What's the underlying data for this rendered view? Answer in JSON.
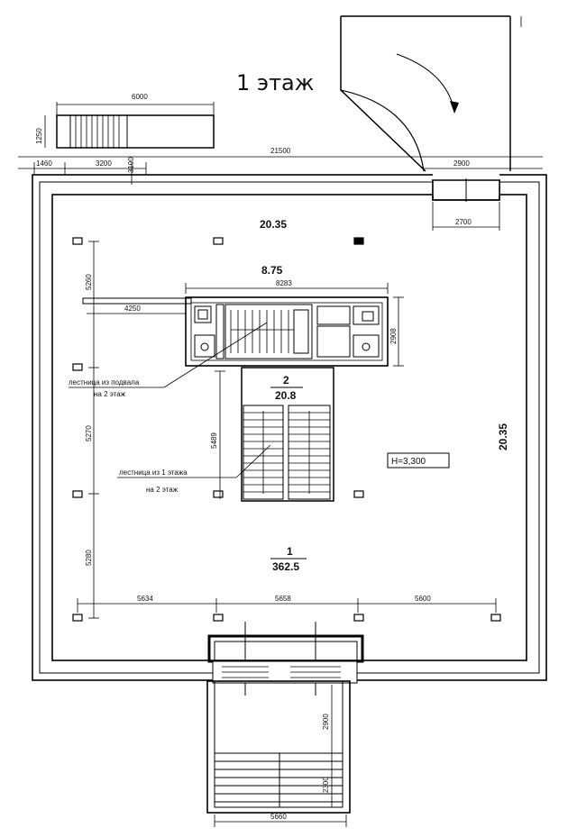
{
  "title": "1 этаж",
  "dimensions": {
    "stair_width": "6000",
    "stair_height": "1250",
    "overall_width": "21500",
    "left_offset": "1460",
    "left_seg": "3200",
    "left_small": "3100",
    "door_width": "2900",
    "door_inner": "2700",
    "core_width": "8283",
    "core_offset": "4250",
    "core_height": "2908",
    "top_row": "5260",
    "mid_row": "5270",
    "bottom_row": "5280",
    "stair_run": "5489",
    "col_spacing_1": "5634",
    "col_spacing_2": "5658",
    "col_spacing_3": "5600",
    "porch_depth": "2900",
    "porch_step": "2300",
    "porch_width": "5660"
  },
  "levels": {
    "top": "20.35",
    "right": "20.35",
    "core": "8.75"
  },
  "rooms": {
    "room2_number": "2",
    "room2_area": "20.8",
    "room1_number": "1",
    "room1_area": "362.5"
  },
  "height_tag": "H=3,300",
  "notes": {
    "stair_basement_line1": "лестница из подвала",
    "stair_basement_line2": "на 2 этаж",
    "stair_first_line1": "лестница из 1 этажа",
    "stair_first_line2": "на 2 этаж"
  }
}
